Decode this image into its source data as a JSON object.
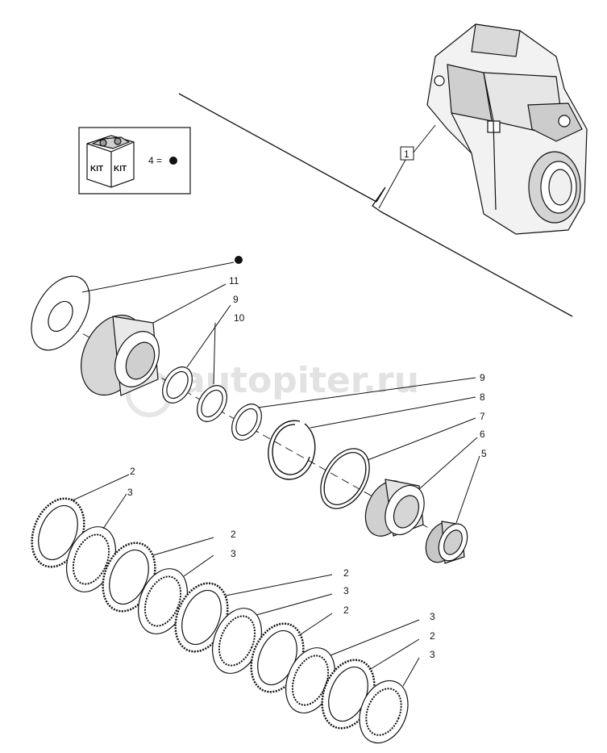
{
  "watermark": "autopiter.ru",
  "kit_box": {
    "kit_label_left": "KIT",
    "kit_label_right": "KIT",
    "legend": "4 =",
    "icon": "filled-circle"
  },
  "callouts": {
    "assembly": "1",
    "kit_ref": "filled-circle",
    "c11": "11",
    "c9a": "9",
    "c10": "10",
    "c9b": "9",
    "c8": "8",
    "c7": "7",
    "c6": "6",
    "c5": "5",
    "p2a": "2",
    "p3a": "3",
    "p2b": "2",
    "p3b": "3",
    "p2c": "2",
    "p3c": "3",
    "p2d": "2",
    "p3d": "3",
    "p2e": "2",
    "p3e": "3"
  },
  "colors": {
    "line": "#111111",
    "shade": "#bdbdbd",
    "watermark": "#e2e2e2"
  }
}
